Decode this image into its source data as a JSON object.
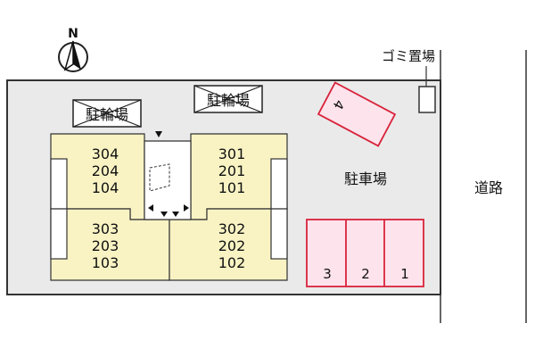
{
  "compass": {
    "label": "N",
    "icon": "north-arrow-icon"
  },
  "labels": {
    "garbage": "ゴミ置場",
    "road": "道路",
    "parking": "駐車場",
    "bicycle_left": "駐輪場",
    "bicycle_right": "駐輪場"
  },
  "units": {
    "left_top": [
      "304",
      "204",
      "104"
    ],
    "left_bottom": [
      "303",
      "203",
      "103"
    ],
    "right_top": [
      "301",
      "201",
      "101"
    ],
    "right_bottom": [
      "302",
      "202",
      "102"
    ]
  },
  "parking_spaces": [
    "3",
    "2",
    "1"
  ],
  "parking_space_rotated": "4",
  "colors": {
    "lot": "#eaeaea",
    "building": "#f9f3c4",
    "parking_fill": "#fde3ec",
    "parking_stroke": "#d8233b",
    "outline": "#333333"
  }
}
